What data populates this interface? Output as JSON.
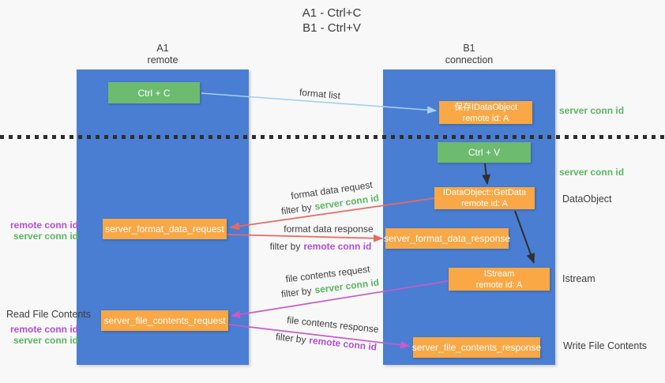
{
  "title": {
    "line1": "A1 - Ctrl+C",
    "line2": "B1 - Ctrl+V"
  },
  "lanes": {
    "left": {
      "title": "A1",
      "subtitle": "remote"
    },
    "right": {
      "title": "B1",
      "subtitle": "connection"
    }
  },
  "nodes": {
    "ctrl_c": {
      "label": "Ctrl + C"
    },
    "save_idataobject": {
      "line1": "保存IDataObject",
      "line2": "remote id: A"
    },
    "ctrl_v": {
      "label": "Ctrl + V"
    },
    "idataobject_getdata": {
      "line1": "IDataObject::GetData",
      "line2": "remote id: A"
    },
    "server_format_data_request": {
      "label": "server_format_data_request"
    },
    "server_format_data_response": {
      "label": "server_format_data_response"
    },
    "istream": {
      "line1": "IStream",
      "line2": "remote id: A"
    },
    "server_file_contents_request": {
      "label": "server_file_contents_request"
    },
    "server_file_contents_response": {
      "label": "server_file_contents_response"
    }
  },
  "edge_labels": {
    "format_list": "format list",
    "format_data_request": "format data request",
    "format_data_response": "format data response",
    "file_contents_request": "file contents request",
    "file_contents_response": "file contents response",
    "filter_by": "filter by"
  },
  "side_labels": {
    "server_conn_id": "server conn id",
    "remote_conn_id": "remote conn id",
    "dataobject": "DataObject",
    "istream": "Istream",
    "read_file_contents": "Read File Contents",
    "write_file_contents": "Write File Contents"
  },
  "colors": {
    "lane_blue": "#4a7ed2",
    "node_green": "#6cbb6e",
    "node_orange": "#f9a845",
    "server_conn_green": "#58b75f",
    "remote_conn_purple": "#b14fd0",
    "arrow_red": "#e96a5f",
    "arrow_pink": "#c95ac8",
    "arrow_lightblue": "#a8cdee",
    "arrow_black": "#2f2f2f",
    "text_dark": "#3c3c3c",
    "background": "#f8f8f8"
  }
}
